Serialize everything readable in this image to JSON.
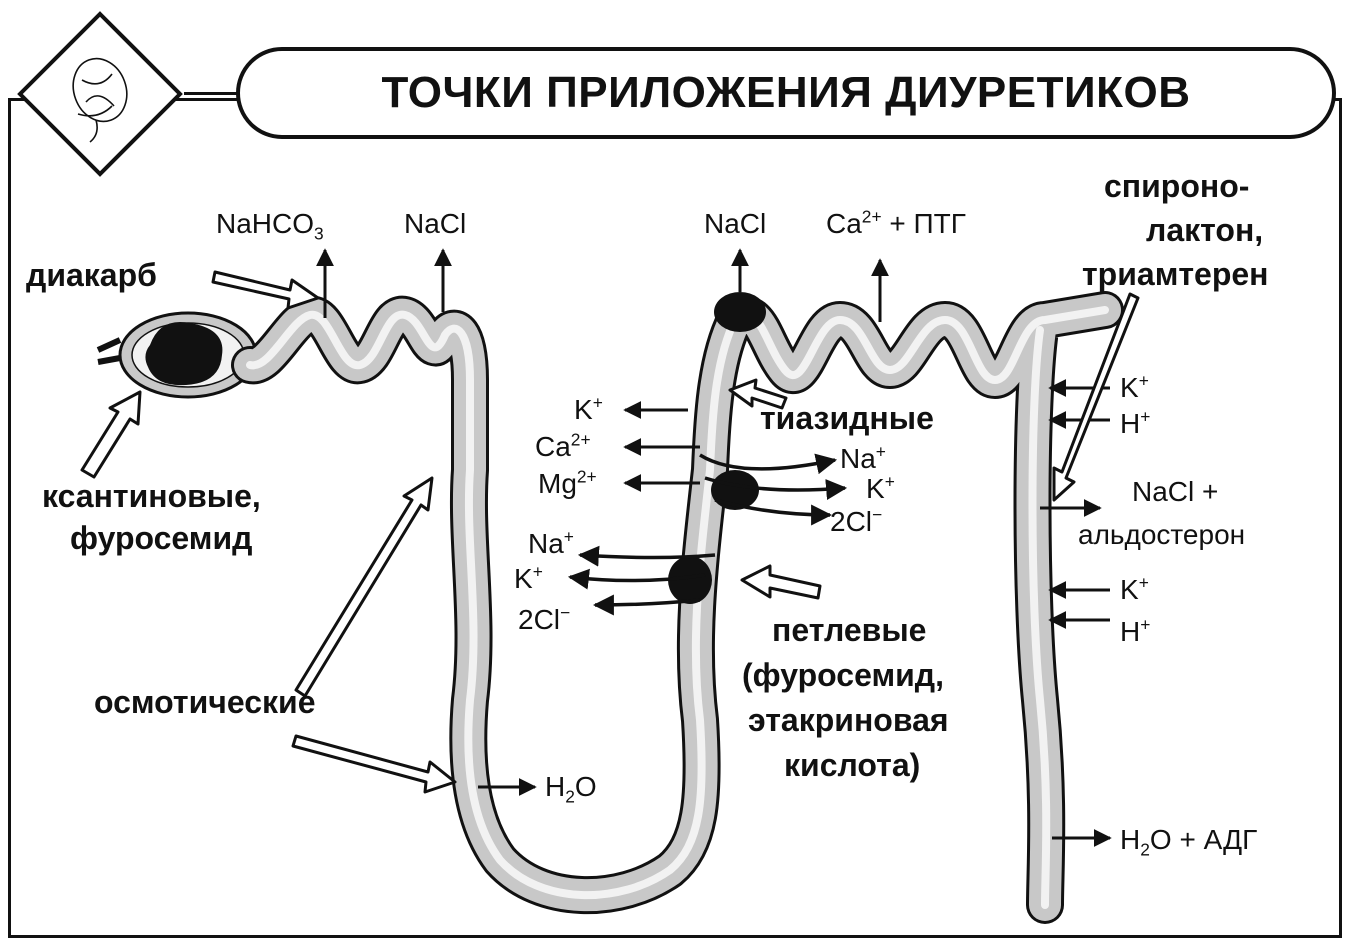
{
  "title": "ТОЧКИ ПРИЛОЖЕНИЯ ДИУРЕТИКОВ",
  "drugs": {
    "diacarb": "диакарб",
    "xanthine_1": "ксантиновые,",
    "xanthine_2": "фуросемид",
    "osmotic": "осмотические",
    "thiazide": "тиазидные",
    "loop_1": "петлевые",
    "loop_2": "(фуросемид,",
    "loop_3": "этакриновая",
    "loop_4": "кислота)",
    "spiro_1": "спироно-",
    "spiro_2": "лактон,",
    "spiro_3": "триамтерен"
  },
  "ions": {
    "nahco3": "NaHCO",
    "nahco3_sub": "3",
    "nacl_prox": "NaCl",
    "nacl_distal": "NaCl",
    "ca_ptg_base": "Ca",
    "ca_ptg_sup": "2+",
    "ca_ptg_rest": " + ПТГ",
    "k_asc": "K",
    "k_asc_sup": "+",
    "ca_asc": "Ca",
    "ca_asc_sup": "2+",
    "mg_asc": "Mg",
    "mg_asc_sup": "2+",
    "na_thz": "Na",
    "na_thz_sup": "+",
    "k_thz": "K",
    "k_thz_sup": "+",
    "cl_thz": "2Cl",
    "cl_thz_sup": "−",
    "na_loop": "Na",
    "na_loop_sup": "+",
    "k_loop": "K",
    "k_loop_sup": "+",
    "cl_loop": "2Cl",
    "cl_loop_sup": "−",
    "h2o_desc": "H",
    "h2o_desc_sub": "2",
    "h2o_desc_rest": "O",
    "k_cd1": "K",
    "k_cd1_sup": "+",
    "h_cd1": "H",
    "h_cd1_sup": "+",
    "nacl_aldo_1": "NaCl +",
    "nacl_aldo_2": "альдостерон",
    "k_cd2": "K",
    "k_cd2_sup": "+",
    "h_cd2": "H",
    "h_cd2_sup": "+",
    "h2o_adh": "H",
    "h2o_adh_sub": "2",
    "h2o_adh_rest": "O + АДГ"
  },
  "colors": {
    "tubule": "#c8c8c8",
    "lumen": "#f2f2f2",
    "ink": "#111111"
  },
  "icons": {
    "logo": "kidney-sketch-icon"
  }
}
